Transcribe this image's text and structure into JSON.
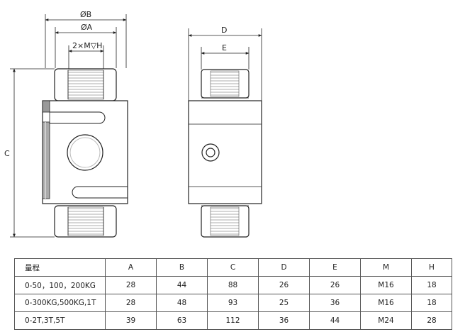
{
  "diagram": {
    "front_view": {
      "dim_outer": "ØB",
      "dim_inner": "ØA",
      "dim_thread": "2×M▽H",
      "dim_height": "C"
    },
    "side_view": {
      "dim_outer": "D",
      "dim_inner": "E"
    }
  },
  "table": {
    "headers": [
      "量程",
      "A",
      "B",
      "C",
      "D",
      "E",
      "M",
      "H"
    ],
    "rows": [
      [
        "0-50，100，200KG",
        "28",
        "44",
        "88",
        "26",
        "26",
        "M16",
        "18"
      ],
      [
        "0-300KG,500KG,1T",
        "28",
        "48",
        "93",
        "25",
        "36",
        "M16",
        "18"
      ],
      [
        "0-2T,3T,5T",
        "39",
        "63",
        "112",
        "36",
        "44",
        "M24",
        "28"
      ]
    ]
  }
}
